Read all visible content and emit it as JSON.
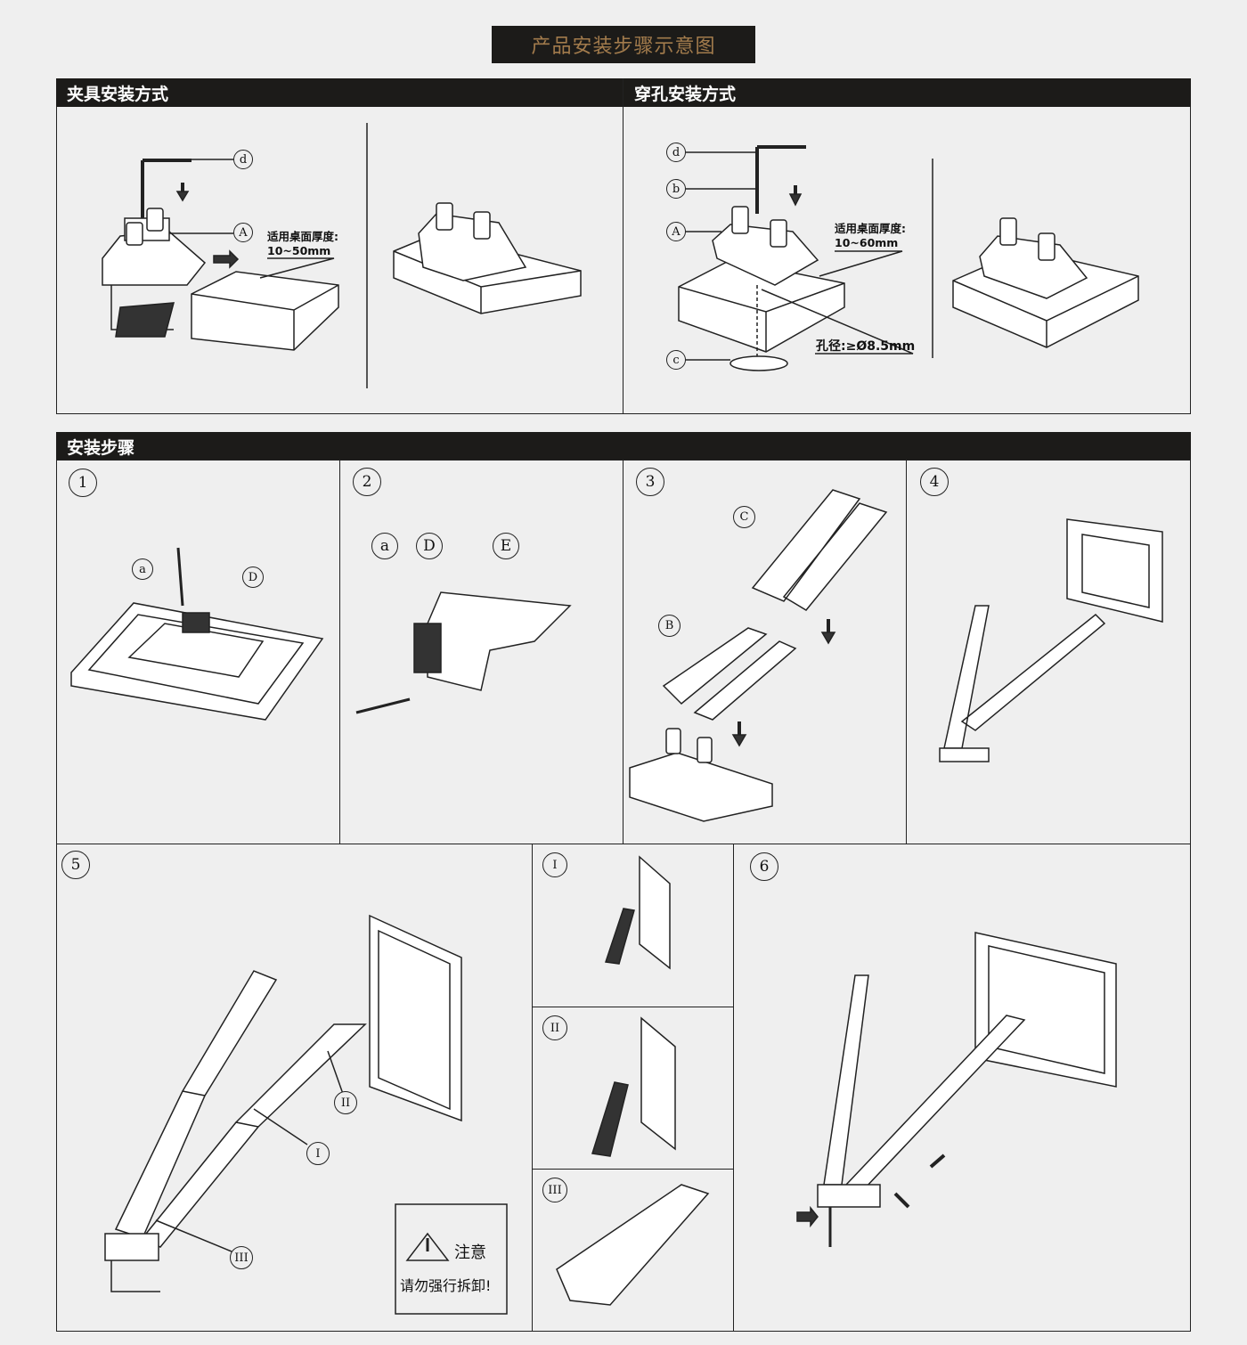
{
  "title": "产品安装步骤示意图",
  "clamp": {
    "header": "夹具安装方式",
    "labels": {
      "d": "d",
      "A": "A"
    },
    "thickness_label": "适用桌面厚度:",
    "thickness_value": "10~50mm"
  },
  "grommet": {
    "header": "穿孔安装方式",
    "labels": {
      "d": "d",
      "b": "b",
      "A": "A",
      "c": "c"
    },
    "thickness_label": "适用桌面厚度:",
    "thickness_value": "10~60mm",
    "hole": "孔径:≥Ø8.5mm"
  },
  "steps": {
    "header": "安装步骤",
    "s1": {
      "num": "1",
      "a": "a",
      "D": "D"
    },
    "s2": {
      "num": "2",
      "a": "a",
      "D": "D",
      "E": "E"
    },
    "s3": {
      "num": "3",
      "C": "C",
      "B": "B"
    },
    "s4": {
      "num": "4"
    },
    "s5": {
      "num": "5",
      "r1": "I",
      "r2": "II",
      "r3": "III"
    },
    "sub": {
      "r1": "I",
      "r2": "II",
      "r3": "III"
    },
    "s6": {
      "num": "6"
    },
    "warning": {
      "title": "注意",
      "text": "请勿强行拆卸!"
    }
  }
}
